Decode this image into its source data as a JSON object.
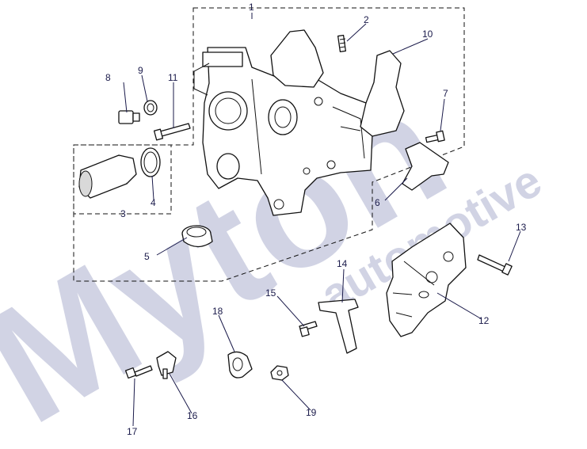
{
  "watermark": {
    "brand": "Myton",
    "tagline": "automotive"
  },
  "callouts": [
    "1",
    "2",
    "3",
    "4",
    "5",
    "6",
    "7",
    "8",
    "9",
    "10",
    "11",
    "12",
    "13",
    "14",
    "15",
    "16",
    "17",
    "18",
    "19"
  ],
  "colors": {
    "label": "#1a1a4a",
    "watermark": "#9aa0c4",
    "lines": "#111111"
  }
}
